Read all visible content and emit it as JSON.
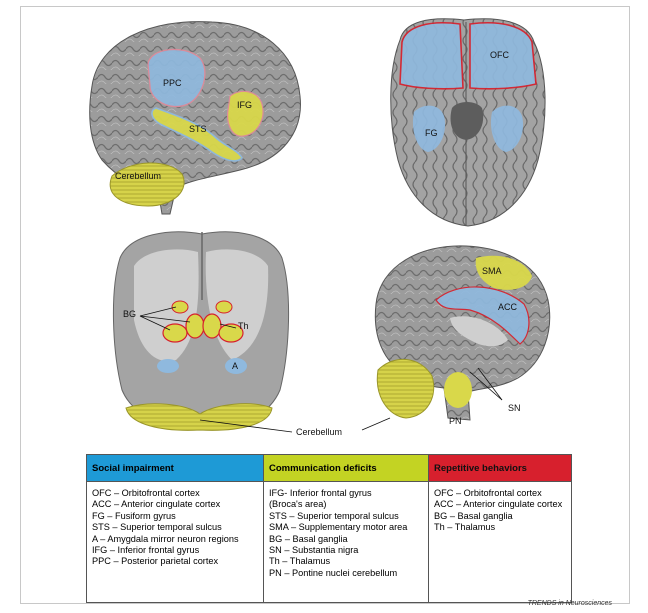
{
  "labels": {
    "ppc": "PPC",
    "ifg": "IFG",
    "sts": "STS",
    "cerebellum_lateral": "Cerebellum",
    "ofc": "OFC",
    "fg": "FG",
    "bg": "BG",
    "th": "Th",
    "a": "A",
    "cerebellum_bottom": "Cerebellum",
    "sma": "SMA",
    "acc": "ACC",
    "sn": "SN",
    "pn": "PN"
  },
  "legend": {
    "columns": [
      {
        "header": "Social impairment",
        "color": "#1e9ad6",
        "items": [
          "OFC – Orbitofrontal cortex",
          "ACC – Anterior cingulate cortex",
          "FG – Fusiform gyrus",
          "STS – Superior temporal sulcus",
          "A – Amygdala mirror neuron regions",
          "IFG – Inferior frontal gyrus",
          "PPC – Posterior parietal cortex"
        ]
      },
      {
        "header": "Communication deficits",
        "color": "#c3d323",
        "items": [
          "IFG- Inferior frontal gyrus",
          "(Broca's area)",
          "STS – Superior temporal sulcus",
          "SMA – Supplementary motor area",
          "BG – Basal ganglia",
          "SN – Substantia nigra",
          "Th – Thalamus",
          "PN – Pontine nuclei cerebellum"
        ]
      },
      {
        "header": "Repetitive behaviors",
        "color": "#d7202d",
        "items": [
          "OFC – Orbitofrontal cortex",
          "ACC – Anterior cingulate cortex",
          "BG – Basal ganglia",
          "Th – Thalamus"
        ]
      }
    ]
  },
  "credit": "TRENDS in Neurosciences",
  "colors": {
    "blue": "#8fb9de",
    "yellow": "#d9d84a",
    "red": "#d7202d",
    "brain": "#9a9a9a"
  }
}
